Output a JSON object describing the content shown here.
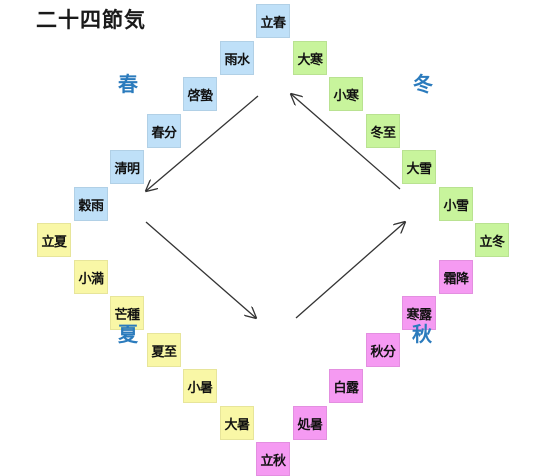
{
  "title": "二十四節気",
  "colors": {
    "spring": "#bfe0f8",
    "summer": "#f9f7a6",
    "autumn": "#f59af2",
    "winter": "#c8f49c",
    "season_text": "#2b7bbd",
    "arrow": "#333333"
  },
  "seasons": {
    "spring": "春",
    "summer": "夏",
    "autumn": "秋",
    "winter": "冬"
  },
  "terms": [
    {
      "label": "立春",
      "season": "spring"
    },
    {
      "label": "雨水",
      "season": "spring"
    },
    {
      "label": "啓蟄",
      "season": "spring"
    },
    {
      "label": "春分",
      "season": "spring"
    },
    {
      "label": "清明",
      "season": "spring"
    },
    {
      "label": "穀雨",
      "season": "spring"
    },
    {
      "label": "立夏",
      "season": "summer"
    },
    {
      "label": "小満",
      "season": "summer"
    },
    {
      "label": "芒種",
      "season": "summer"
    },
    {
      "label": "夏至",
      "season": "summer"
    },
    {
      "label": "小暑",
      "season": "summer"
    },
    {
      "label": "大暑",
      "season": "summer"
    },
    {
      "label": "立秋",
      "season": "autumn"
    },
    {
      "label": "処暑",
      "season": "autumn"
    },
    {
      "label": "白露",
      "season": "autumn"
    },
    {
      "label": "秋分",
      "season": "autumn"
    },
    {
      "label": "寒露",
      "season": "autumn"
    },
    {
      "label": "霜降",
      "season": "autumn"
    },
    {
      "label": "立冬",
      "season": "winter"
    },
    {
      "label": "小雪",
      "season": "winter"
    },
    {
      "label": "大雪",
      "season": "winter"
    },
    {
      "label": "冬至",
      "season": "winter"
    },
    {
      "label": "小寒",
      "season": "winter"
    },
    {
      "label": "大寒",
      "season": "winter"
    }
  ]
}
